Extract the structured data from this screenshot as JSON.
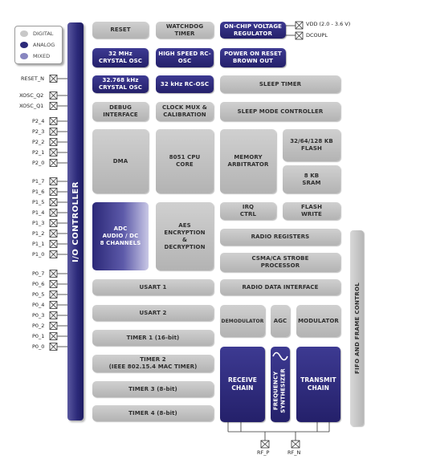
{
  "legend": {
    "items": [
      {
        "label": "DIGITAL",
        "color": "#c8c8c8"
      },
      {
        "label": "ANALOG",
        "color": "#2c2a7a"
      },
      {
        "label": "MIXED",
        "color": "#8886c0"
      }
    ]
  },
  "io_controller_label": "I/O CONTROLLER",
  "fifo_label": "FIFO AND FRAME CONTROL",
  "pins": {
    "reset": "RESET_N",
    "xosc_q2": "XOSC_Q2",
    "xosc_q1": "XOSC_Q1",
    "p2": [
      "P2_4",
      "P2_3",
      "P2_2",
      "P2_1",
      "P2_0"
    ],
    "p1": [
      "P1_7",
      "P1_6",
      "P1_5",
      "P1_4",
      "P1_3",
      "P1_2",
      "P1_1",
      "P1_0"
    ],
    "p0": [
      "P0_7",
      "P0_6",
      "P0_5",
      "P0_4",
      "P0_3",
      "P0_2",
      "P0_1",
      "P0_0"
    ],
    "vdd": "VDD (2.0 - 3.6 V)",
    "dcoupl": "DCOUPL",
    "rf_p": "RF_P",
    "rf_n": "RF_N"
  },
  "blocks": {
    "reset": "RESET",
    "watchdog": "WATCHDOG\nTIMER",
    "vreg": "ON-CHIP VOLTAGE\nREGULATOR",
    "osc32mhz": "32 MHz\nCRYSTAL OSC",
    "hsrc": "HIGH SPEED RC-\nOSC",
    "por": "POWER ON RESET\nBROWN OUT",
    "osc32khz": "32.768 kHz\nCRYSTAL OSC",
    "rc32k": "32 kHz RC-OSC",
    "sleep_timer": "SLEEP TIMER",
    "debug": "DEBUG\nINTERFACE",
    "clock_mux": "CLOCK MUX &\nCALIBRATION",
    "sleep_ctrl": "SLEEP MODE CONTROLLER",
    "dma": "DMA",
    "cpu": "8051 CPU\nCORE",
    "mem_arb": "MEMORY\nARBITRATOR",
    "flash": "32/64/128 KB\nFLASH",
    "sram": "8 KB\nSRAM",
    "adc": "ADC\nAUDIO / DC\n8 CHANNELS",
    "aes": "AES\nENCRYPTION\n&\nDECRYPTION",
    "irq": "IRQ\nCTRL",
    "flash_write": "FLASH\nWRITE",
    "radio_regs": "RADIO REGISTERS",
    "csma": "CSMA/CA STROBE\nPROCESSOR",
    "usart1": "USART 1",
    "radio_data": "RADIO DATA INTERFACE",
    "usart2": "USART 2",
    "demod": "DEMODULATOR",
    "agc": "AGC",
    "modulator": "MODULATOR",
    "timer1": "TIMER 1 (16-bit)",
    "timer2": "TIMER 2\n(IEEE 802.15.4 MAC TIMER)",
    "timer3": "TIMER 3 (8-bit)",
    "timer4": "TIMER 4 (8-bit)",
    "rx": "RECEIVE\nCHAIN",
    "synth": "FREQUENCY\nSYNTHESIZER",
    "tx": "TRANSMIT\nCHAIN"
  }
}
